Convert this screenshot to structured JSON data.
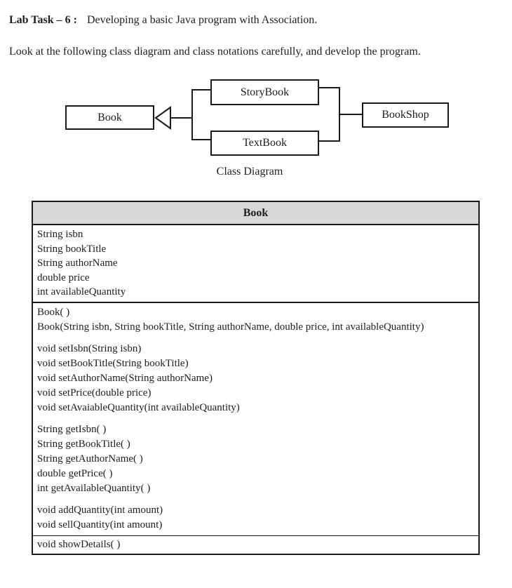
{
  "header": {
    "task_label": "Lab Task – 6 :",
    "task_title": "Developing a basic Java program with Association.",
    "instruction": "Look at the following class diagram and class notations carefully, and develop the program."
  },
  "diagram": {
    "caption": "Class Diagram",
    "classes": {
      "book": "Book",
      "storybook": "StoryBook",
      "textbook": "TextBook",
      "bookshop": "BookShop"
    },
    "icons": {
      "inheritance": "hollow-triangle-arrowhead-pointing-left"
    }
  },
  "uml": {
    "title": "Book",
    "attributes": [
      "String isbn",
      "String bookTitle",
      "String authorName",
      "double price",
      "int availableQuantity"
    ],
    "methods": [
      [
        "Book( )",
        "Book(String isbn, String bookTitle, String authorName, double price, int availableQuantity)"
      ],
      [
        "void setIsbn(String isbn)",
        "void setBookTitle(String bookTitle)",
        "void setAuthorName(String authorName)",
        "void setPrice(double price)",
        "void setAvaiableQuantity(int availableQuantity)"
      ],
      [
        "String getIsbn( )",
        "String getBookTitle( )",
        "String getAuthorName( )",
        "double getPrice( )",
        "int getAvailableQuantity( )"
      ],
      [
        "void addQuantity(int amount)",
        "void sellQuantity(int amount)"
      ]
    ],
    "footer_method": "void showDetails( )"
  },
  "colors": {
    "header_bg": "#d8d8d8",
    "border": "#1a1a1a",
    "text": "#1e1e1e",
    "page_bg": "#ffffff"
  }
}
